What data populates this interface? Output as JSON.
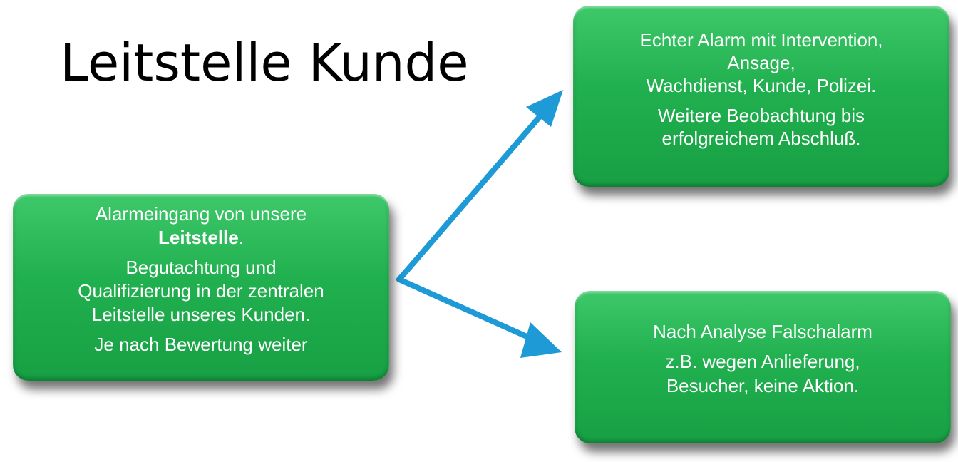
{
  "title": "Leitstelle Kunde",
  "left_box": {
    "line1_prefix": "Alarmeingang von unsere",
    "line1_bold": "Leitstelle",
    "line1_suffix": ".",
    "para2": "Begutachtung und\nQualifizierung in der zentralen\nLeitstelle unseres Kunden.",
    "para3": "Je nach Bewertung weiter"
  },
  "top_right_box": {
    "para1": "Echter Alarm mit Intervention,\nAnsage,\nWachdienst, Kunde, Polizei.",
    "para2": "Weitere Beobachtung bis\nerfolgreichem Abschluß."
  },
  "bottom_right_box": {
    "para1": "Nach Analyse Falschalarm",
    "para2": "z.B. wegen Anlieferung,\nBesucher, keine Aktion."
  },
  "colors": {
    "box_green": "#21b04f",
    "arrow_blue": "#1e9ad6",
    "title_black": "#000000"
  }
}
